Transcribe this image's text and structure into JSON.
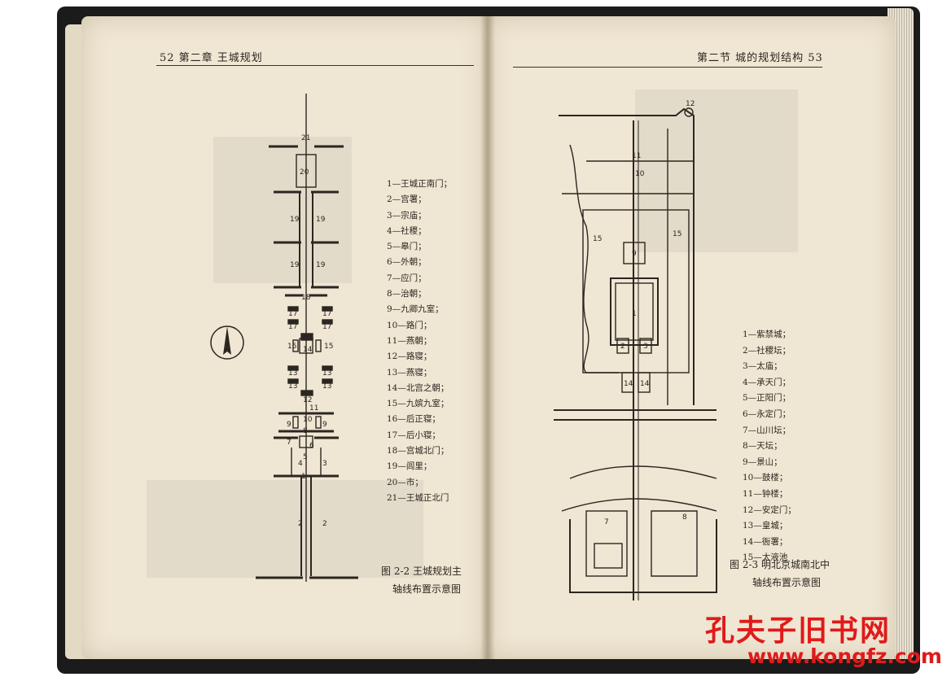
{
  "left_page": {
    "running_head": "52  第二章   王城规划",
    "figure_numbers": [
      "21",
      "20",
      "19",
      "19",
      "19",
      "19",
      "18",
      "17",
      "17",
      "17",
      "17",
      "16",
      "15",
      "14",
      "15",
      "13",
      "13",
      "13",
      "13",
      "12",
      "11",
      "10",
      "9",
      "9",
      "8",
      "7",
      "6",
      "5",
      "4",
      "3",
      "2",
      "2",
      "1"
    ],
    "legend": [
      "1—王城正南门；",
      "2—宫署；",
      "3—宗庙；",
      "4—社稷；",
      "5—皋门；",
      "6—外朝；",
      "7—应门；",
      "8—治朝；",
      "9—九卿九室；",
      "10—路门；",
      "11—燕朝；",
      "12—路寝；",
      "13—燕寝；",
      "14—北宫之朝；",
      "15—九嫔九室；",
      "16—后正寝；",
      "17—后小寝；",
      "18—宫城北门；",
      "19—闾里；",
      "20—市；",
      "21—王城正北门"
    ],
    "caption_line1": "图 2-2  王城规划主",
    "caption_line2": "轴线布置示意图"
  },
  "right_page": {
    "running_head": "第二节   城的规划结构  53",
    "figure_numbers": [
      "12",
      "11",
      "10",
      "15",
      "15",
      "9",
      "1",
      "2",
      "3",
      "14",
      "14",
      "7",
      "8"
    ],
    "legend": [
      "1—紫禁城；",
      "2—社稷坛；",
      "3—太庙；",
      "4—承天门；",
      "5—正阳门；",
      "6—永定门；",
      "7—山川坛；",
      "8—天坛；",
      "9—景山；",
      "10—鼓楼；",
      "11—钟楼；",
      "12—安定门；",
      "13—皇城；",
      "14—衙署；",
      "15—太液池"
    ],
    "caption_line1": "图 2-3  明北京城南北中",
    "caption_line2": "轴线布置示意图"
  },
  "watermark": {
    "name": "孔夫子旧书网",
    "url": "www.kongfz.com",
    "color": "#e01a1a"
  }
}
